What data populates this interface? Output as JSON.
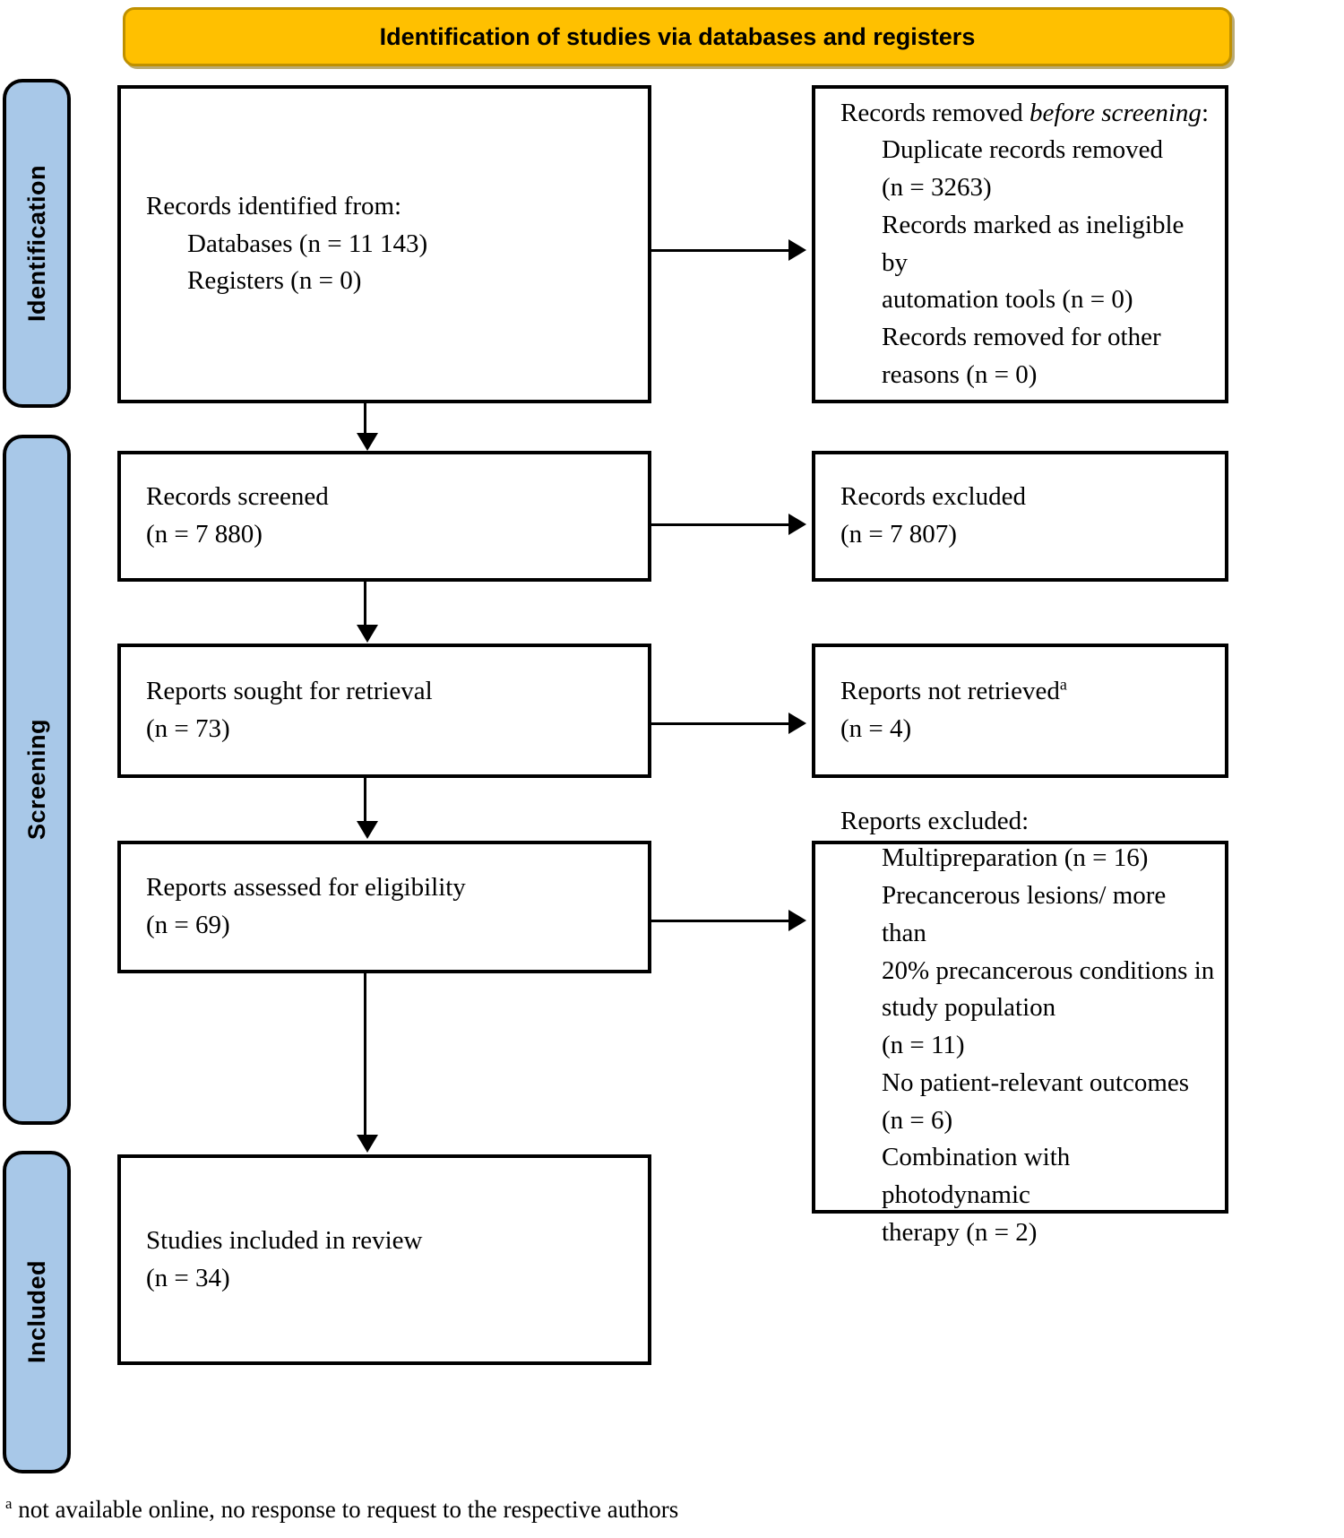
{
  "header": {
    "title": "Identification of studies via databases and registers",
    "fill_color": "#FFC000",
    "border_color": "#BF9000"
  },
  "stages": {
    "tab_fill_color": "#A8C8E8",
    "identification": "Identification",
    "screening": "Screening",
    "included": "Included"
  },
  "boxes": {
    "identified": {
      "lines": [
        "Records identified from:",
        "Databases (n = 11 143)",
        "Registers (n = 0)"
      ]
    },
    "removed": {
      "lead_plain": "Records removed ",
      "lead_italic": "before screening",
      "lead_colon": ":",
      "lines": [
        "Duplicate records removed",
        "(n = 3263)",
        "Records marked as ineligible by",
        "automation tools (n = 0)",
        "Records removed for other",
        "reasons (n = 0)"
      ]
    },
    "screened": {
      "lines": [
        "Records screened",
        "(n = 7 880)"
      ]
    },
    "excluded_records": {
      "lines": [
        "Records excluded",
        "(n = 7 807)"
      ]
    },
    "sought": {
      "lines": [
        "Reports sought for retrieval",
        "(n = 73)"
      ]
    },
    "not_retrieved": {
      "label": "Reports not retrieved",
      "superscript": "a",
      "count_line": "(n = 4)"
    },
    "assessed": {
      "lines": [
        "Reports assessed for eligibility",
        "(n = 69)"
      ]
    },
    "reports_excluded": {
      "heading": "Reports excluded:",
      "lines": [
        "Multipreparation (n = 16)",
        "Precancerous lesions/ more than",
        "20% precancerous conditions in",
        "study population",
        "(n = 11)",
        "No patient-relevant outcomes",
        "(n = 6)",
        "Combination with photodynamic",
        "therapy (n = 2)"
      ]
    },
    "included": {
      "lines": [
        "Studies included in review",
        "(n = 34)"
      ]
    }
  },
  "footnote": {
    "marker": "a",
    "text": " not available online, no response to request to the respective authors"
  }
}
